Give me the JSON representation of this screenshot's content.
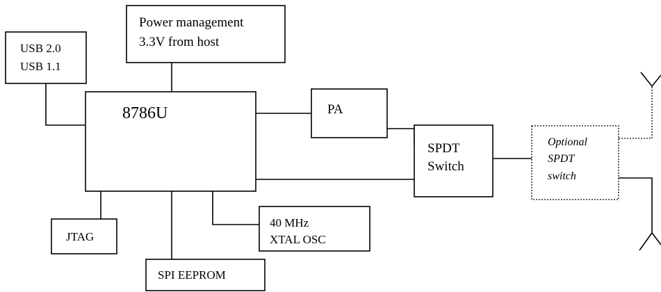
{
  "blocks": {
    "power": {
      "line1": "Power management",
      "line2": "3.3V from host"
    },
    "usb": {
      "line1": "USB 2.0",
      "line2": "USB 1.1"
    },
    "chip": {
      "label": "8786U"
    },
    "pa": {
      "label": "PA"
    },
    "spdt": {
      "line1": "SPDT",
      "line2": "Switch"
    },
    "optional_spdt": {
      "line1": "Optional",
      "line2": "SPDT",
      "line3": "switch"
    },
    "jtag": {
      "label": "JTAG"
    },
    "xtal": {
      "line1": "40 MHz",
      "line2": "XTAL OSC"
    },
    "eeprom": {
      "label": "SPI EEPROM"
    }
  }
}
